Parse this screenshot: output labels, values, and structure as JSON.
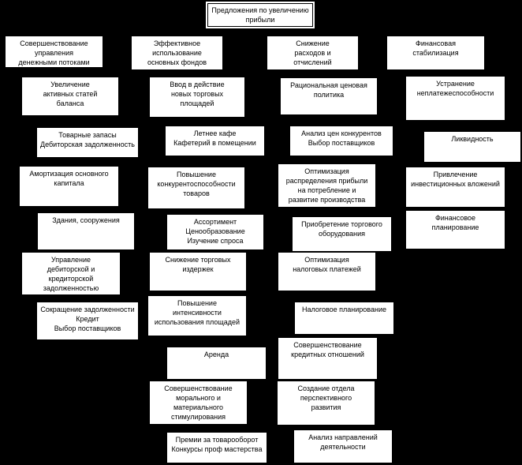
{
  "title": "Предложения по увеличению\nприбыли",
  "columns": [
    {
      "header": "Совершенствование\nуправления\nденежными потоками",
      "items": [
        "Увеличение\nактивных статей\nбаланса",
        "Товарные запасы\nДебиторская задолженность",
        "Амортизация основного\nкапитала",
        "Здания, сооружения",
        "Управление\nдебиторской и\nкредиторской\nзадолженностью",
        "Сокращение задолженности\nКредит\nВыбор поставщиков"
      ]
    },
    {
      "header": "Эффективное\nиспользование\nосновных фондов",
      "items": [
        "Ввод в действие\nновых торговых\nплощадей",
        "Летнее кафе\nКафетерий в помещении",
        "Повышение\nконкурентоспособности\nтоваров",
        "Ассортимент\nЦенообразование\nИзучение спроса",
        "Снижение торговых\nиздержек",
        "Повышение\nинтенсивности\nиспользования площадей",
        "Аренда",
        "Совершенствование\nморального и\nматериального\nстимулирования",
        "Премии за товарооборот\nКонкурсы проф мастерства"
      ]
    },
    {
      "header": "Снижение\nрасходов и\nотчислений",
      "items": [
        "Рациональная ценовая\nполитика",
        "Анализ цен конкурентов\nВыбор поставщиков",
        "Оптимизация\nраспределения прибыли\nна потребление и\nразвитие производства",
        "Приобретение торгового\nоборудования",
        "Оптимизация\nналоговых платежей",
        "Налоговое планирование",
        "Совершенствование\nкредитных отношений",
        "Создание отдела\nперспективного\nразвития",
        "Анализ направлений\nдеятельности"
      ]
    },
    {
      "header": "Финансовая\nстабилизация",
      "items": [
        "Устранение\nнеплатежеспособности",
        "Ликвидность",
        "Привлечение\nинвестиционных вложений",
        "Финансовое\nпланирование"
      ]
    }
  ]
}
